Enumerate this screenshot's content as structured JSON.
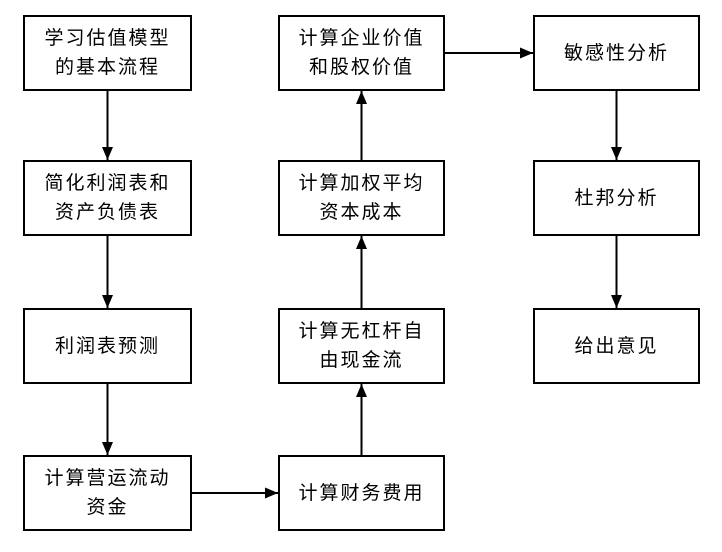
{
  "diagram": {
    "type": "flowchart",
    "background_color": "#ffffff",
    "box_border_color": "#000000",
    "arrow_color": "#000000",
    "text_color": "#000000",
    "nodes": {
      "learn_process": {
        "label": "学习估值模型\n的基本流程"
      },
      "simplify_statements": {
        "label": "简化利润表和\n资产负债表"
      },
      "income_forecast": {
        "label": "利润表预测"
      },
      "working_capital": {
        "label": "计算营运流动\n资金"
      },
      "financial_expense": {
        "label": "计算财务费用"
      },
      "unlevered_fcf": {
        "label": "计算无杠杆自\n由现金流"
      },
      "wacc": {
        "label": "计算加权平均\n资本成本"
      },
      "enterprise_value": {
        "label": "计算企业价值\n和股权价值"
      },
      "sensitivity": {
        "label": "敏感性分析"
      },
      "dupont": {
        "label": "杜邦分析"
      },
      "opinion": {
        "label": "给出意见"
      }
    },
    "edges": [
      {
        "from": "learn_process",
        "to": "simplify_statements",
        "direction": "down"
      },
      {
        "from": "simplify_statements",
        "to": "income_forecast",
        "direction": "down"
      },
      {
        "from": "income_forecast",
        "to": "working_capital",
        "direction": "down"
      },
      {
        "from": "working_capital",
        "to": "financial_expense",
        "direction": "right"
      },
      {
        "from": "financial_expense",
        "to": "unlevered_fcf",
        "direction": "up"
      },
      {
        "from": "unlevered_fcf",
        "to": "wacc",
        "direction": "up"
      },
      {
        "from": "wacc",
        "to": "enterprise_value",
        "direction": "up"
      },
      {
        "from": "enterprise_value",
        "to": "sensitivity",
        "direction": "right"
      },
      {
        "from": "sensitivity",
        "to": "dupont",
        "direction": "down"
      },
      {
        "from": "dupont",
        "to": "opinion",
        "direction": "down"
      }
    ]
  }
}
